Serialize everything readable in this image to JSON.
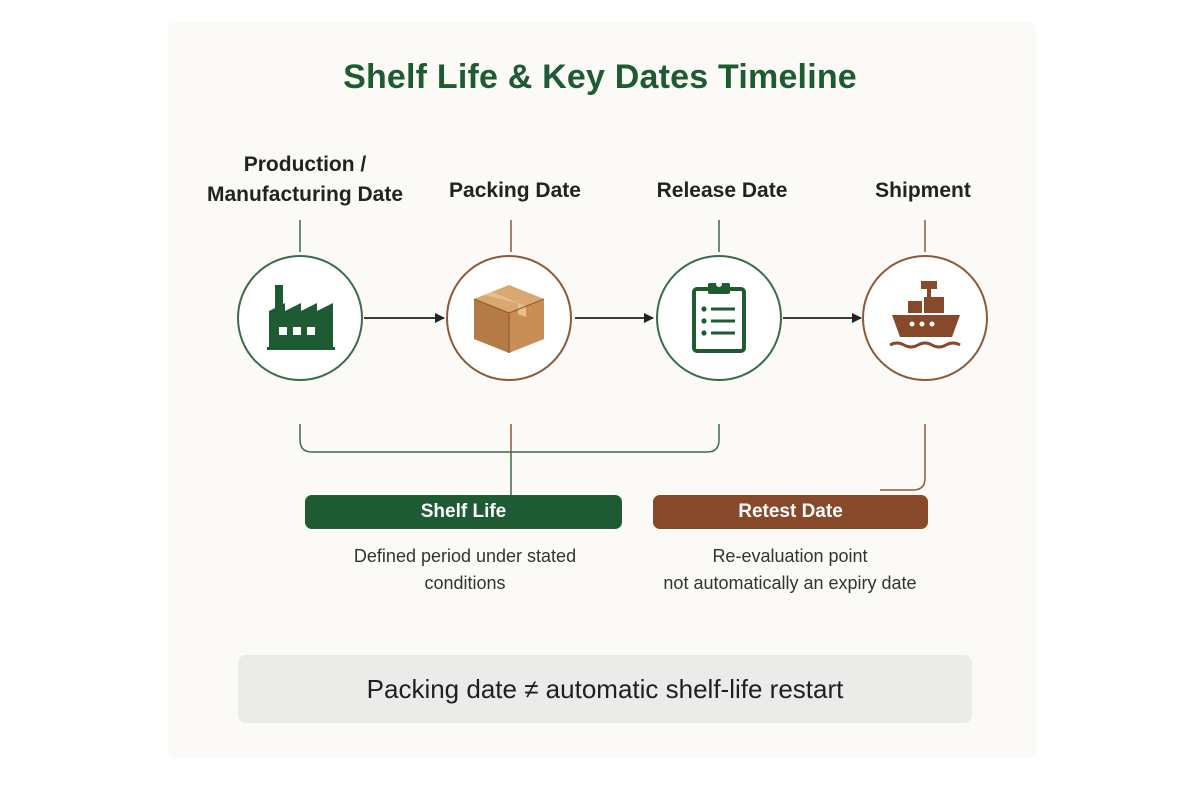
{
  "title": "Shelf Life & Key Dates Timeline",
  "stages": [
    {
      "label_lines": [
        "Production /",
        "Manufacturing Date"
      ],
      "icon": "factory-icon",
      "border": "green"
    },
    {
      "label_lines": [
        "Packing Date"
      ],
      "icon": "box-icon",
      "border": "brown"
    },
    {
      "label_lines": [
        "Release Date"
      ],
      "icon": "clipboard-icon",
      "border": "green"
    },
    {
      "label_lines": [
        "Shipment"
      ],
      "icon": "ship-icon",
      "border": "brown"
    }
  ],
  "shelf_life": {
    "label": "Shelf Life",
    "description_lines": [
      "Defined period under stated",
      "conditions"
    ]
  },
  "retest_date": {
    "label": "Retest Date",
    "description_lines": [
      "Re-evaluation point",
      "not automatically an expiry date"
    ]
  },
  "note": "Packing date ≠ automatic shelf-life restart",
  "colors": {
    "green": "#1e5a32",
    "brown": "#87492a",
    "title": "#1e5a32",
    "note_background": "#ebebea"
  }
}
